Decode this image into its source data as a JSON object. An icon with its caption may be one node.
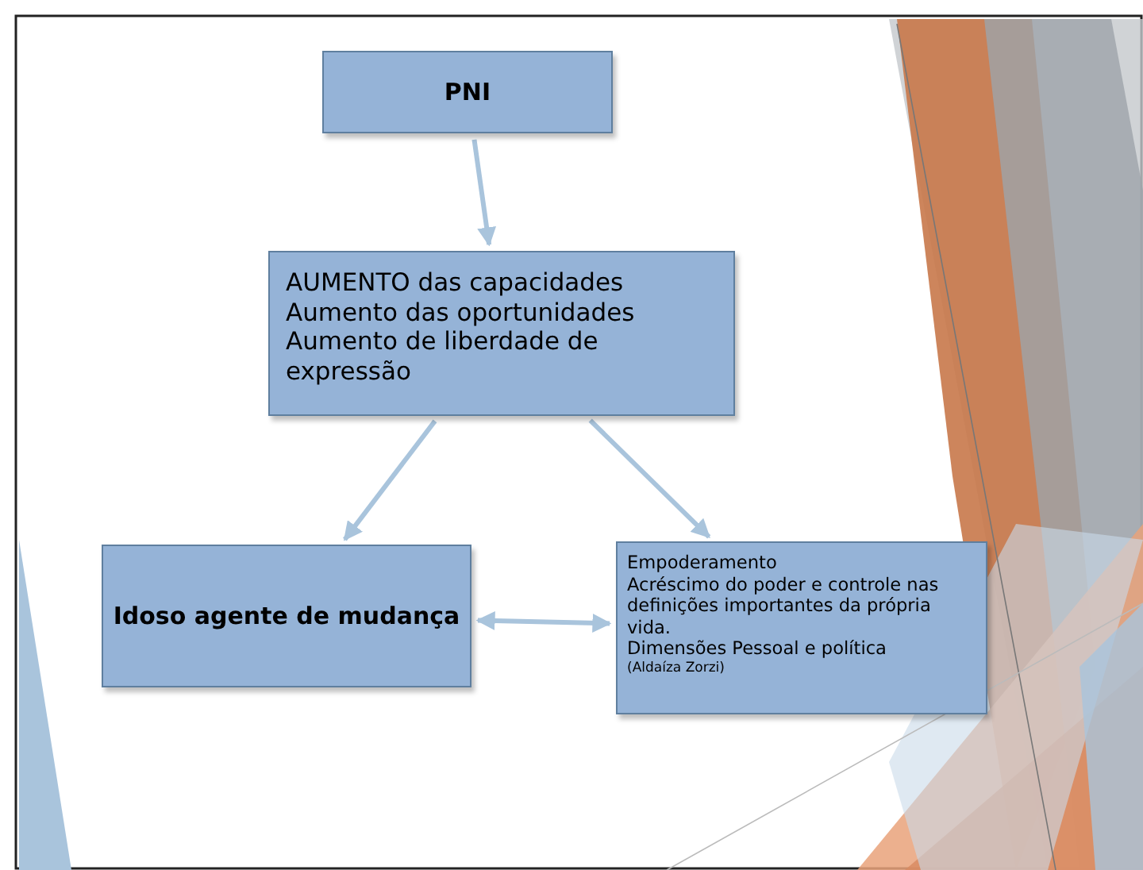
{
  "diagram": {
    "nodes": [
      {
        "text": [
          "PNI"
        ]
      },
      {
        "text": [
          "AUMENTO das capacidades",
          "Aumento das oportunidades",
          "Aumento de liberdade de expressão"
        ]
      },
      {
        "text": [
          "Idoso agente de mudança"
        ]
      },
      {
        "text": [
          "Empoderamento",
          "Acréscimo do poder e controle nas definições importantes da própria vida.",
          "Dimensões Pessoal e política",
          "(Aldaíza Zorzi)"
        ]
      }
    ],
    "edges": [
      {
        "from": 0,
        "to": 1,
        "arrow": "to"
      },
      {
        "from": 1,
        "to": 2,
        "arrow": "to"
      },
      {
        "from": 1,
        "to": 3,
        "arrow": "to"
      },
      {
        "from": 2,
        "to": 3,
        "arrow": "both"
      }
    ]
  }
}
